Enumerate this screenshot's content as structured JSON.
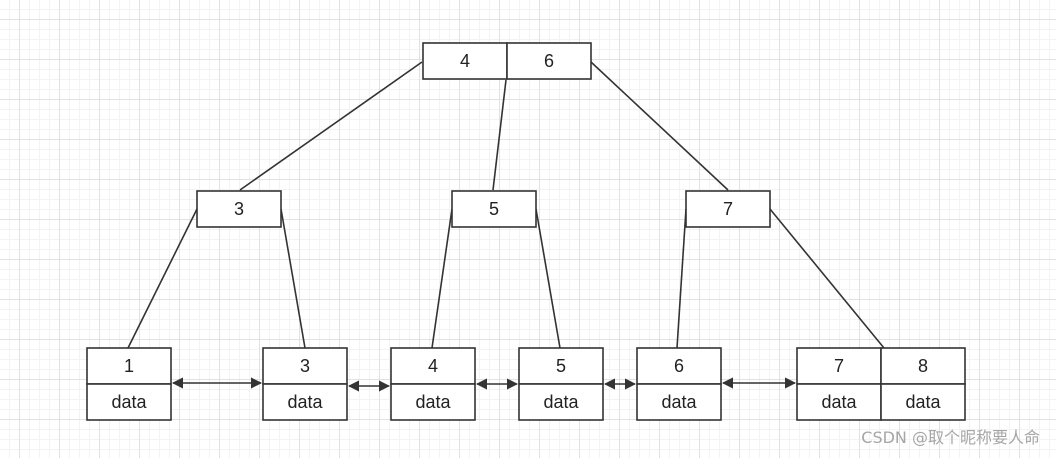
{
  "diagram": {
    "title": "",
    "colors": {
      "line": "#333333",
      "fill": "#ffffff",
      "text": "#222222"
    },
    "root": {
      "keys": [
        "4",
        "6"
      ]
    },
    "internal": [
      {
        "keys": [
          "3"
        ]
      },
      {
        "keys": [
          "5"
        ]
      },
      {
        "keys": [
          "7"
        ]
      }
    ],
    "leaves": [
      {
        "keys": [
          "1"
        ],
        "payload": [
          "data"
        ]
      },
      {
        "keys": [
          "3"
        ],
        "payload": [
          "data"
        ]
      },
      {
        "keys": [
          "4"
        ],
        "payload": [
          "data"
        ]
      },
      {
        "keys": [
          "5"
        ],
        "payload": [
          "data"
        ]
      },
      {
        "keys": [
          "6"
        ],
        "payload": [
          "data"
        ]
      },
      {
        "keys": [
          "7",
          "8"
        ],
        "payload": [
          "data",
          "data"
        ]
      }
    ]
  },
  "watermark": "CSDN @取个昵称要人命"
}
